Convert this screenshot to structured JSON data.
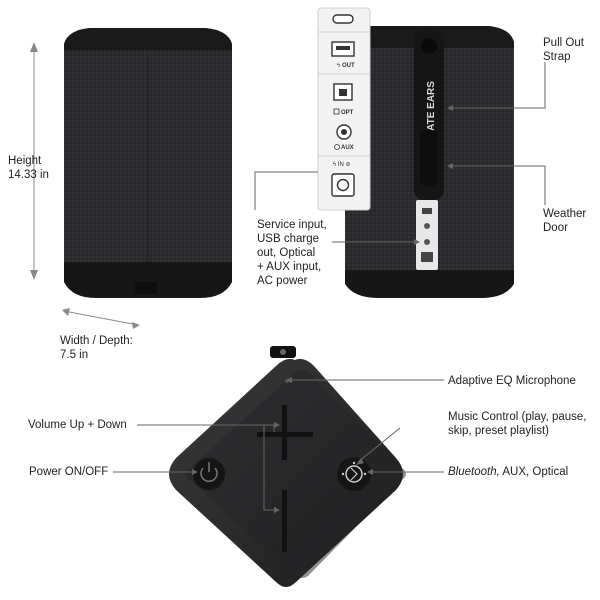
{
  "labels": {
    "height_title": "Height",
    "height_value": "14.33 in",
    "width_title": "Width / Depth:",
    "width_value": "7.5 in",
    "service_lines": [
      "Service input,",
      "USB charge",
      "out, Optical",
      "+ AUX input,",
      "AC power"
    ],
    "pull_out_strap": [
      "Pull Out",
      "Strap"
    ],
    "weather_door": [
      "Weather",
      "Door"
    ],
    "adaptive_eq": "Adaptive EQ Microphone",
    "volume": "Volume Up + Down",
    "music_control": [
      "Music Control (play, pause,",
      "skip, preset playlist)"
    ],
    "power": "Power ON/OFF",
    "source_italic": "Bluetooth,",
    "source_rest": " AUX, Optical"
  },
  "panel_text": {
    "out": "OUT",
    "opt": "OPT",
    "aux": "AUX",
    "brand": "IMATE EARS"
  }
}
